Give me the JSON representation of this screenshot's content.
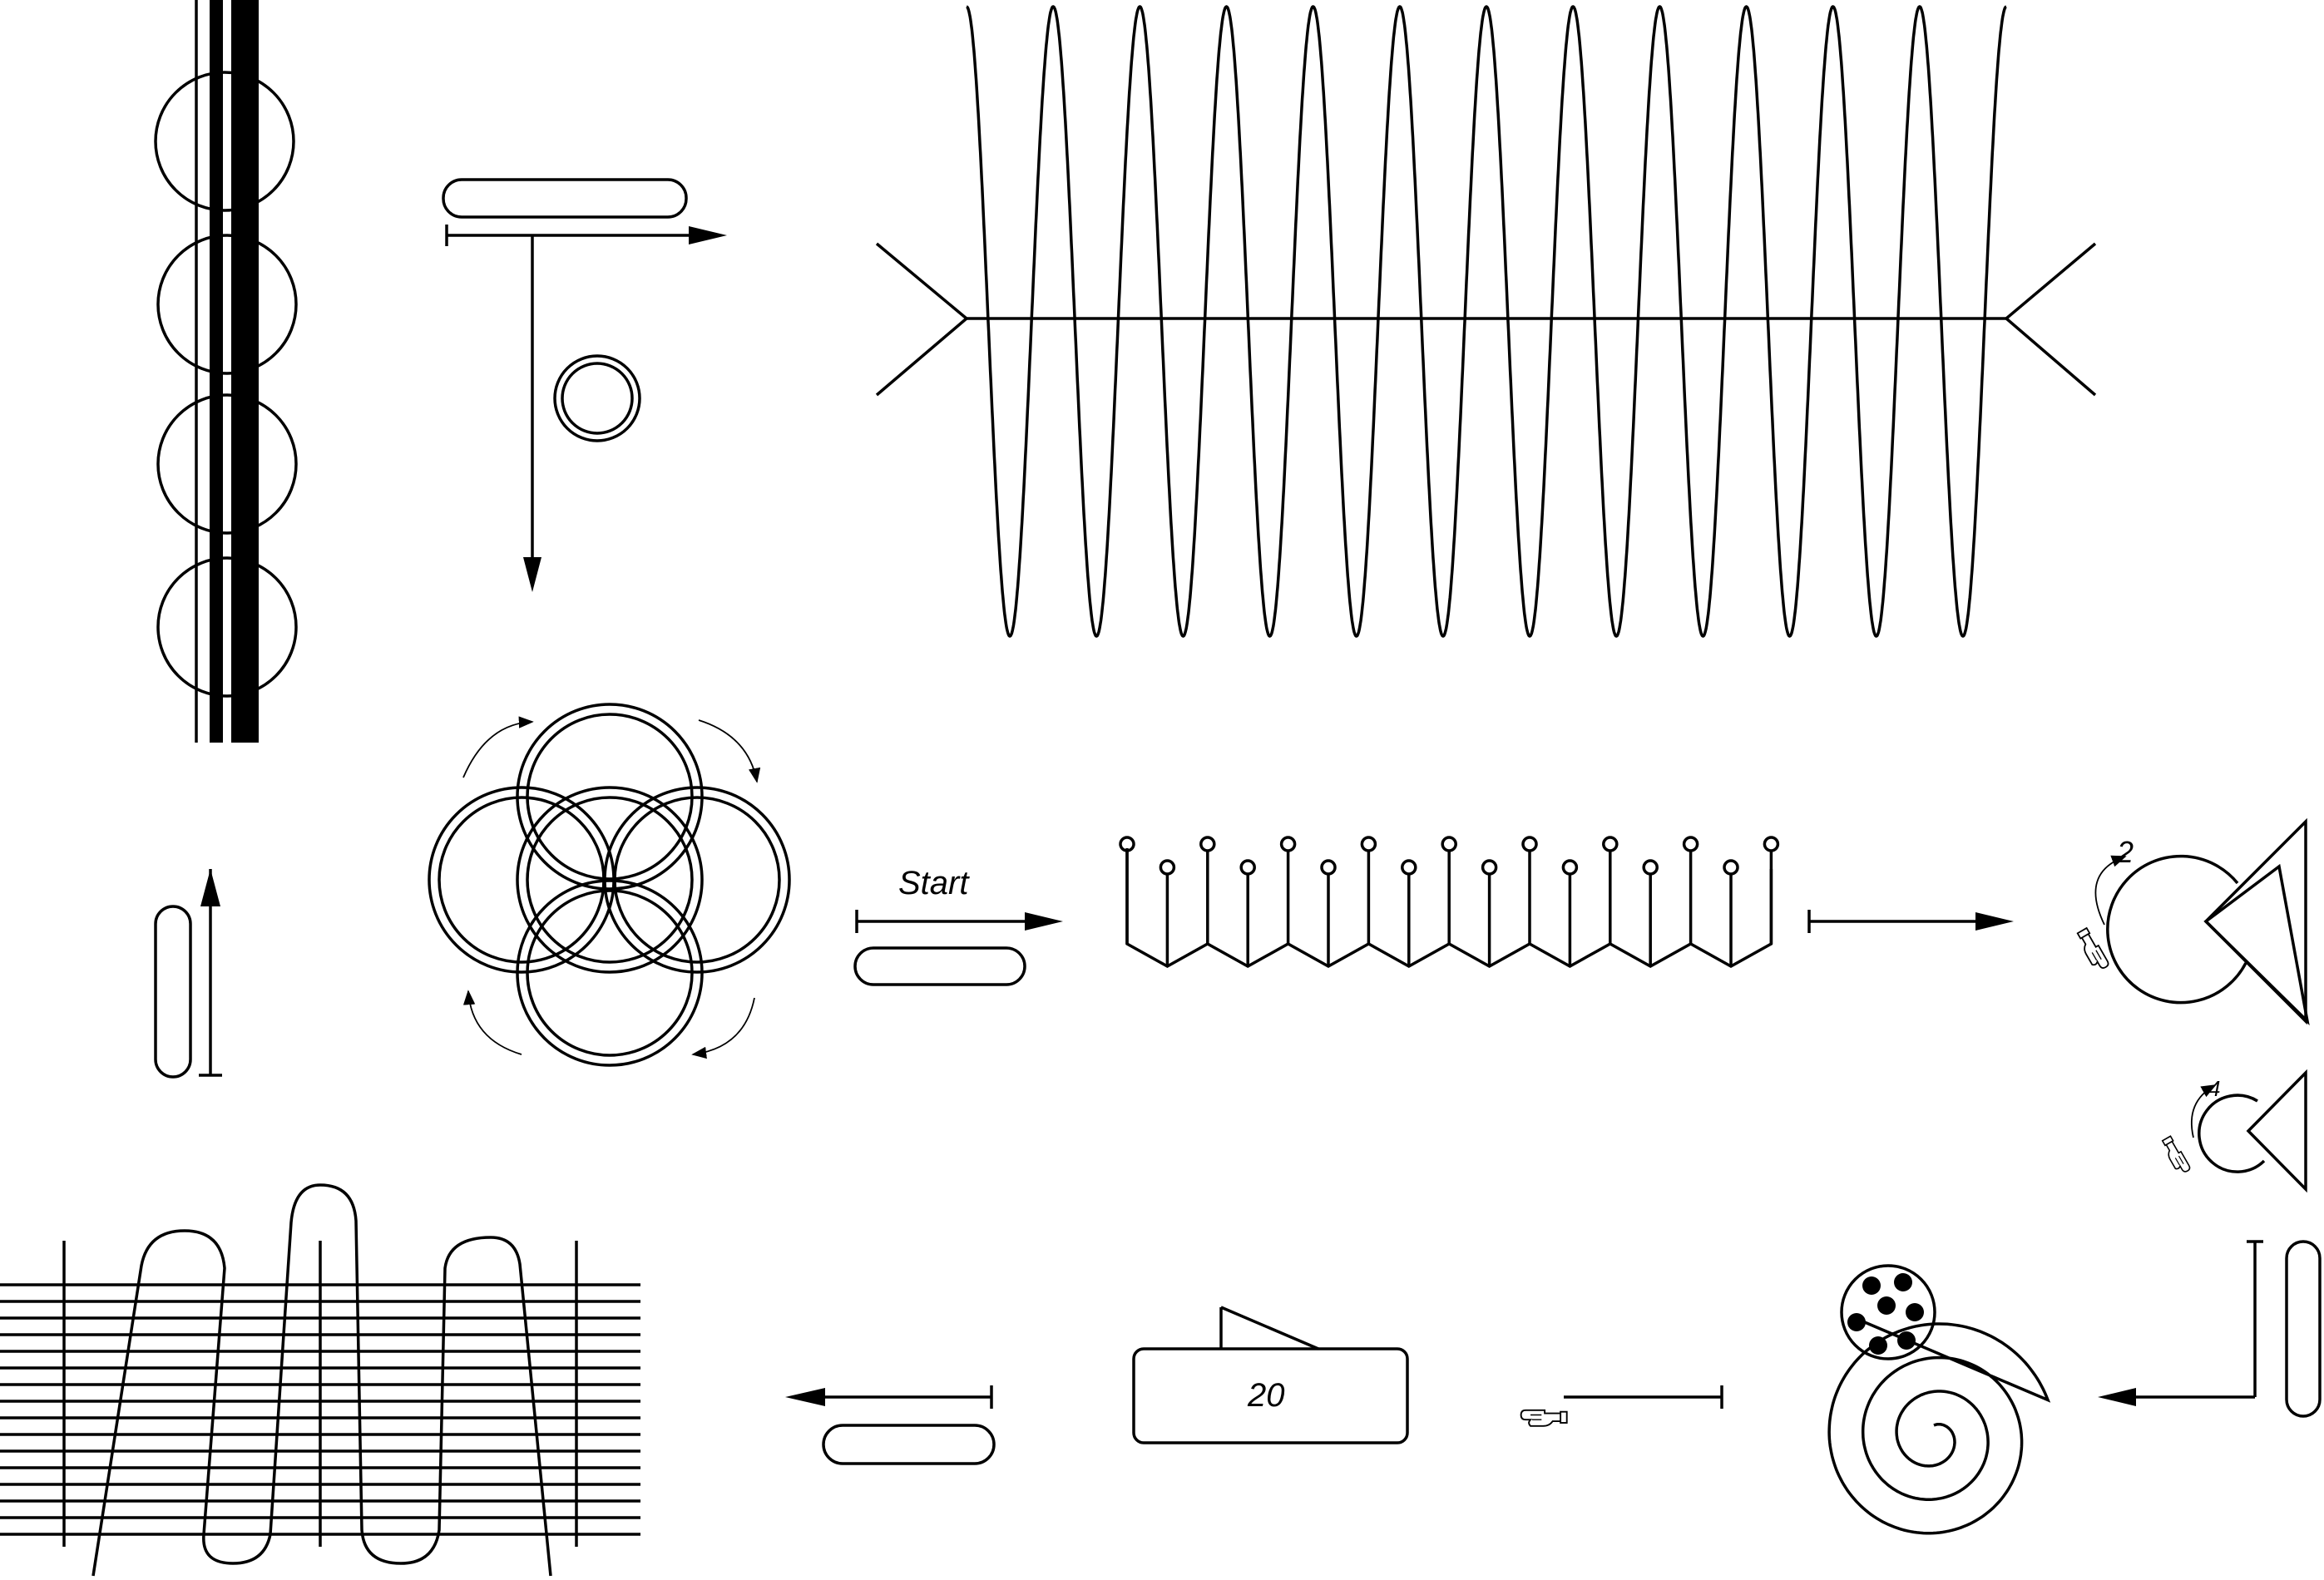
{
  "labels": {
    "start": "Start",
    "count": "20",
    "step_2": "2",
    "step_4": "4"
  },
  "icons": [
    "pointing-hand-icon",
    "arrow-icon",
    "spiral-icon"
  ],
  "colors": {
    "ink": "#000000",
    "paper": "#ffffff"
  }
}
